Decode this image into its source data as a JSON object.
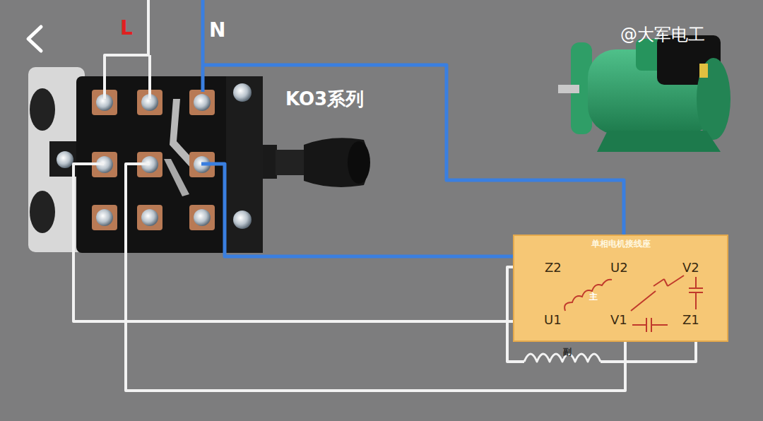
{
  "diagram": {
    "nodes": [
      {
        "text": [
          "单相电机接线座"
        ]
      }
    ],
    "labels": [
      "L",
      "N",
      "KO3系列",
      "@大军电工",
      "Z2",
      "U2",
      "V2",
      "U1",
      "V1",
      "Z1",
      "主",
      "副"
    ]
  }
}
